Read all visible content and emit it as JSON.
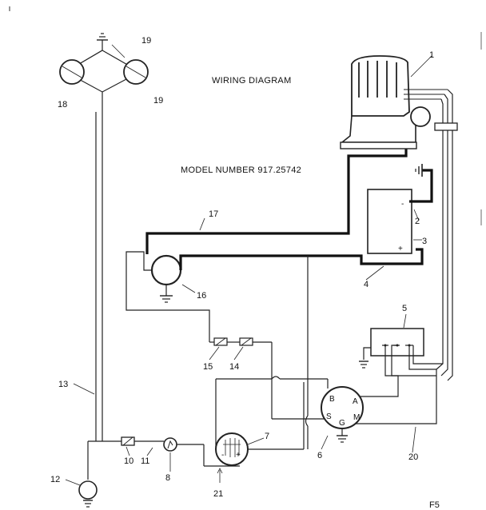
{
  "title": "WIRING DIAGRAM",
  "model": "MODEL NUMBER 917.25742",
  "page_code": "F5",
  "callouts": [
    "1",
    "2",
    "3",
    "4",
    "5",
    "6",
    "7",
    "8",
    "10",
    "11",
    "12",
    "13",
    "14",
    "15",
    "16",
    "17",
    "18",
    "19",
    "19",
    "20",
    "21"
  ],
  "solenoid_terminals": [
    "B",
    "A",
    "S",
    "M",
    "G"
  ],
  "battery_terminals": [
    "-",
    "+"
  ],
  "lamp_terminals": [
    "-",
    "+"
  ]
}
